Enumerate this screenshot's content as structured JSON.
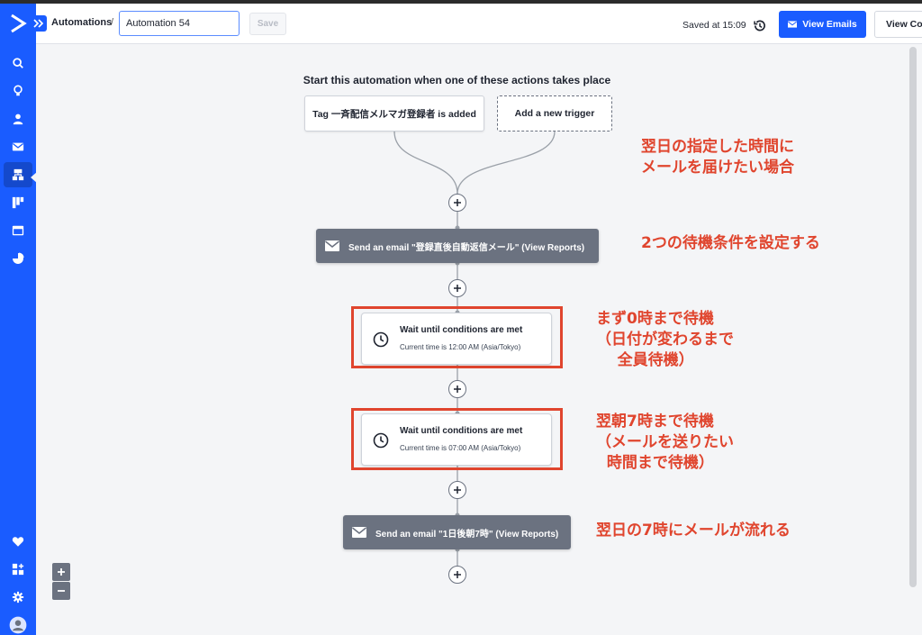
{
  "header": {
    "breadcrumb": "Automations",
    "separator": "/",
    "automation_name": "Automation 54",
    "save_label": "Save",
    "saved_at": "Saved at 15:09",
    "view_emails": "View Emails",
    "view_contacts": "View Co"
  },
  "canvas": {
    "trigger_title": "Start this automation when one of these actions takes place",
    "trigger_label": "Tag 一斉配信メルマガ登録者 is added",
    "add_trigger": "Add a new trigger",
    "email1": "Send an email \"登録直後自動返信メール\" (View Reports)",
    "wait1_title": "Wait until conditions are met",
    "wait1_sub": "Current time is 12:00 AM (Asia/Tokyo)",
    "wait2_title": "Wait until conditions are met",
    "wait2_sub": "Current time is 07:00 AM (Asia/Tokyo)",
    "email2": "Send an email \"1日後朝7時\" (View Reports)"
  },
  "annotations": {
    "a1": "翌日の指定した時間に\nメールを届けたい場合",
    "a2": "2つの待機条件を設定する",
    "a3": "まず0時まで待機\n（日付が変わるまで\n    全員待機）",
    "a4": "翌朝7時まで待機\n（メールを送りたい\n  時間まで待機）",
    "a5": "翌日の7時にメールが流れる"
  },
  "colors": {
    "sidebar": "#1a5cff",
    "primary_button": "#1a5cff",
    "node_gray": "#6b7280",
    "annotation_red": "#e0452e"
  },
  "icons": [
    "logo-icon",
    "search-icon",
    "lightbulb-icon",
    "contact-icon",
    "envelope-icon",
    "automation-icon",
    "pipeline-icon",
    "site-icon",
    "reports-icon",
    "heart-icon",
    "apps-icon",
    "gear-icon",
    "avatar-icon",
    "history-icon",
    "clock-icon",
    "plus-icon",
    "minus-icon"
  ]
}
